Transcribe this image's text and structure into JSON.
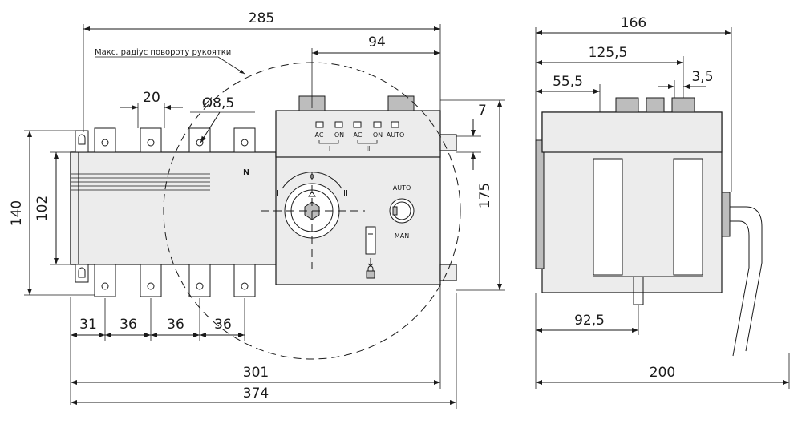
{
  "note": "Макс. радіус повороту рукоятки",
  "dims_front": {
    "d285": "285",
    "d94": "94",
    "d20": "20",
    "d8_5": "Ø8,5",
    "d7": "7",
    "d140": "140",
    "d102": "102",
    "d175": "175",
    "d31": "31",
    "d36a": "36",
    "d36b": "36",
    "d36c": "36",
    "d301": "301",
    "d374": "374"
  },
  "dims_side": {
    "d166": "166",
    "d125_5": "125,5",
    "d55_5": "55,5",
    "d3_5": "3,5",
    "d92_5": "92,5",
    "d200": "200"
  },
  "panel": {
    "lbl_ac1": "AC",
    "lbl_on1": "ON",
    "lbl_ac2": "AC",
    "lbl_on2": "ON",
    "lbl_auto": "AUTO",
    "grp1": "I",
    "grp2": "II",
    "pos_0": "0",
    "pos_1": "I",
    "pos_2": "II",
    "sel_auto": "AUTO",
    "sel_man": "MAN",
    "neutral": "N"
  }
}
